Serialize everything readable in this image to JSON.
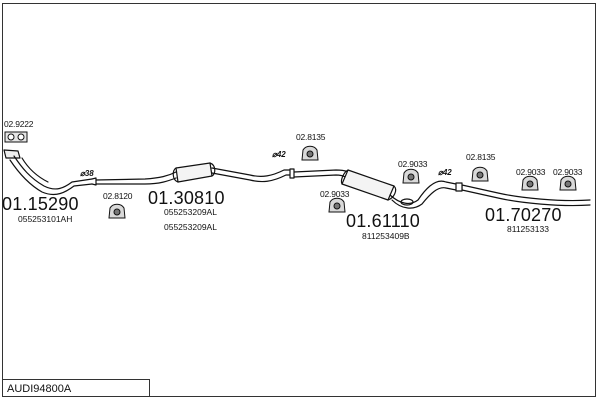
{
  "diagram_code": "AUDI94800A",
  "parts": [
    {
      "part_number": "01.15290",
      "oe_number": "055253101AH"
    },
    {
      "part_number": "01.30810",
      "oe_numbers": [
        "055253209AL",
        "055253209AL"
      ]
    },
    {
      "part_number": "01.61110",
      "oe_number": "811253409B"
    },
    {
      "part_number": "01.70270",
      "oe_number": "811253133"
    }
  ],
  "accessories": [
    "02.9222",
    "02.8120",
    "02.8135",
    "02.9033",
    "02.9033",
    "02.8135",
    "02.9033",
    "02.9033"
  ],
  "diameters": [
    "⌀38",
    "⌀42",
    "⌀42"
  ],
  "colors": {
    "line": "#111111",
    "background": "#ffffff"
  }
}
